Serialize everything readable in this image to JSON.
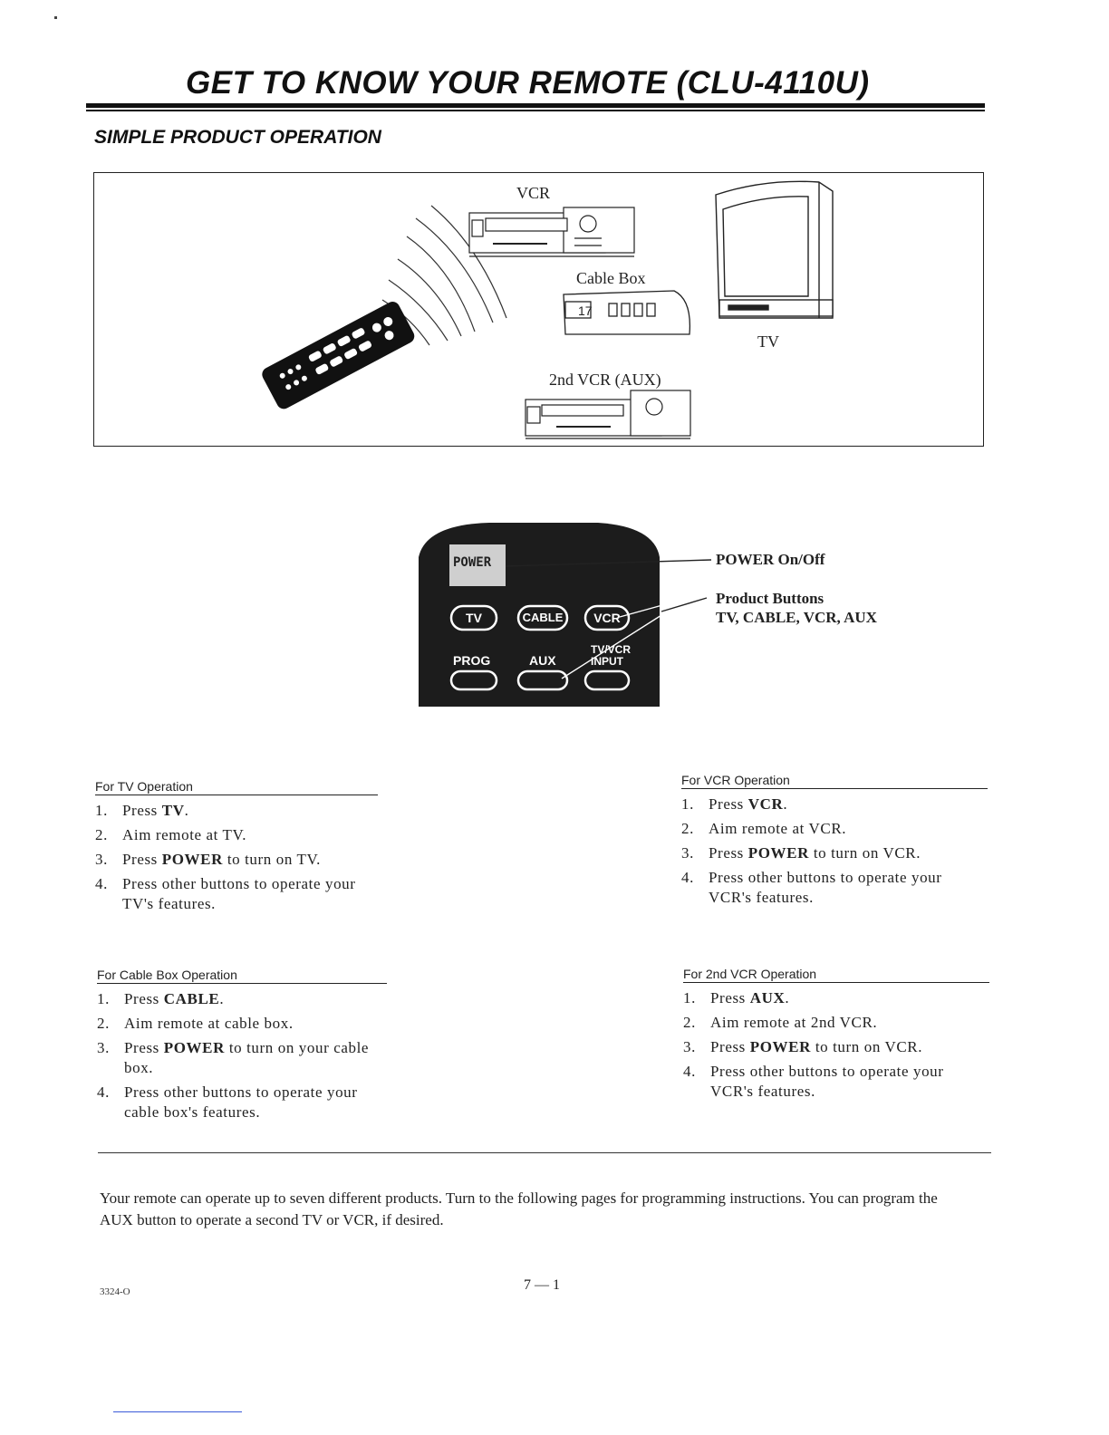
{
  "header": {
    "title": "GET TO KNOW YOUR REMOTE (CLU-4110U)",
    "subtitle": "SIMPLE PRODUCT OPERATION"
  },
  "diagram": {
    "vcr_label": "VCR",
    "cable_label": "Cable Box",
    "cable_display": "17",
    "tv_label": "TV",
    "vcr2_label": "2nd VCR (AUX)"
  },
  "remote_closeup": {
    "buttons": {
      "power": "POWER",
      "tv": "TV",
      "cable": "CABLE",
      "vcr": "VCR",
      "prog": "PROG",
      "aux": "AUX",
      "tvvcr_top": "TV/VCR",
      "input": "INPUT"
    },
    "callout_power": "POWER On/Off",
    "callout_product_1": "Product Buttons",
    "callout_product_2": "TV, CABLE, VCR, AUX"
  },
  "sections": {
    "tv": {
      "heading": "For TV Operation",
      "steps": [
        {
          "n": "1.",
          "pre": "Press ",
          "bold": "TV",
          "post": "."
        },
        {
          "n": "2.",
          "pre": "Aim remote at TV.",
          "bold": "",
          "post": ""
        },
        {
          "n": "3.",
          "pre": "Press ",
          "bold": "POWER",
          "post": " to turn on TV."
        },
        {
          "n": "4.",
          "pre": "Press other buttons to operate your TV's features.",
          "bold": "",
          "post": ""
        }
      ]
    },
    "vcr": {
      "heading": "For VCR Operation",
      "steps": [
        {
          "n": "1.",
          "pre": "Press ",
          "bold": "VCR",
          "post": "."
        },
        {
          "n": "2.",
          "pre": "Aim remote at VCR.",
          "bold": "",
          "post": ""
        },
        {
          "n": "3.",
          "pre": "Press ",
          "bold": "POWER",
          "post": " to turn on VCR."
        },
        {
          "n": "4.",
          "pre": "Press other buttons to operate your VCR's features.",
          "bold": "",
          "post": ""
        }
      ]
    },
    "cable": {
      "heading": "For Cable Box Operation",
      "steps": [
        {
          "n": "1.",
          "pre": "Press ",
          "bold": "CABLE",
          "post": "."
        },
        {
          "n": "2.",
          "pre": "Aim remote at cable box.",
          "bold": "",
          "post": ""
        },
        {
          "n": "3.",
          "pre": "Press ",
          "bold": "POWER",
          "post": " to turn on your cable box."
        },
        {
          "n": "4.",
          "pre": "Press other buttons to operate your cable box's features.",
          "bold": "",
          "post": ""
        }
      ]
    },
    "vcr2": {
      "heading": "For 2nd VCR Operation",
      "steps": [
        {
          "n": "1.",
          "pre": "Press ",
          "bold": "AUX",
          "post": "."
        },
        {
          "n": "2.",
          "pre": "Aim remote at 2nd VCR.",
          "bold": "",
          "post": ""
        },
        {
          "n": "3.",
          "pre": "Press ",
          "bold": "POWER",
          "post": " to turn on VCR."
        },
        {
          "n": "4.",
          "pre": "Press other buttons to operate your VCR's features.",
          "bold": "",
          "post": ""
        }
      ]
    }
  },
  "footer": {
    "paragraph": "Your remote can operate up to seven different products. Turn to the following pages for programming instructions. You can program the AUX button to operate a second TV or VCR, if desired.",
    "page_number": "7 — 1",
    "code": "3324-O"
  }
}
